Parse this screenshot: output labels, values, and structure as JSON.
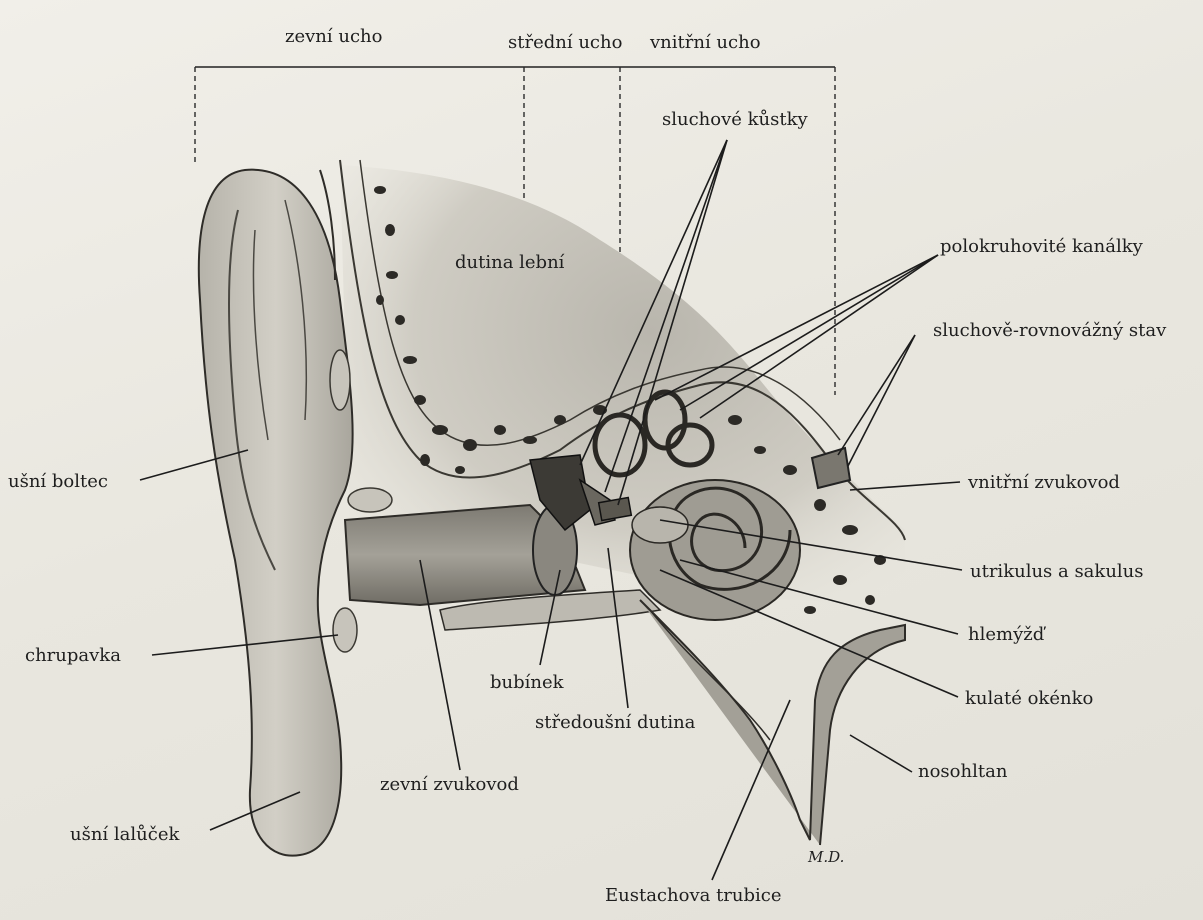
{
  "sections": {
    "outer_ear": "zevní ucho",
    "middle_ear": "střední ucho",
    "inner_ear": "vnitřní ucho"
  },
  "labels": {
    "ossicles": "sluchové kůstky",
    "cranial_cavity": "dutina lební",
    "semicircular_canals": "polokruhovité kanálky",
    "vestibulocochlear_nerve": "sluchově-rovnovážný stav",
    "auricle": "ušní boltec",
    "internal_auditory_canal": "vnitřní zvukovod",
    "utricle_saccule": "utrikulus a sakulus",
    "cartilage": "chrupavka",
    "cochlea": "hlemýžď",
    "eardrum": "bubínek",
    "round_window": "kulaté okénko",
    "tympanic_cavity": "středoušní dutina",
    "external_auditory_canal": "zevní zvukovod",
    "nasopharynx": "nosohltan",
    "earlobe": "ušní lalůček",
    "eustachian_tube": "Eustachova trubice"
  },
  "signature": "M.D."
}
